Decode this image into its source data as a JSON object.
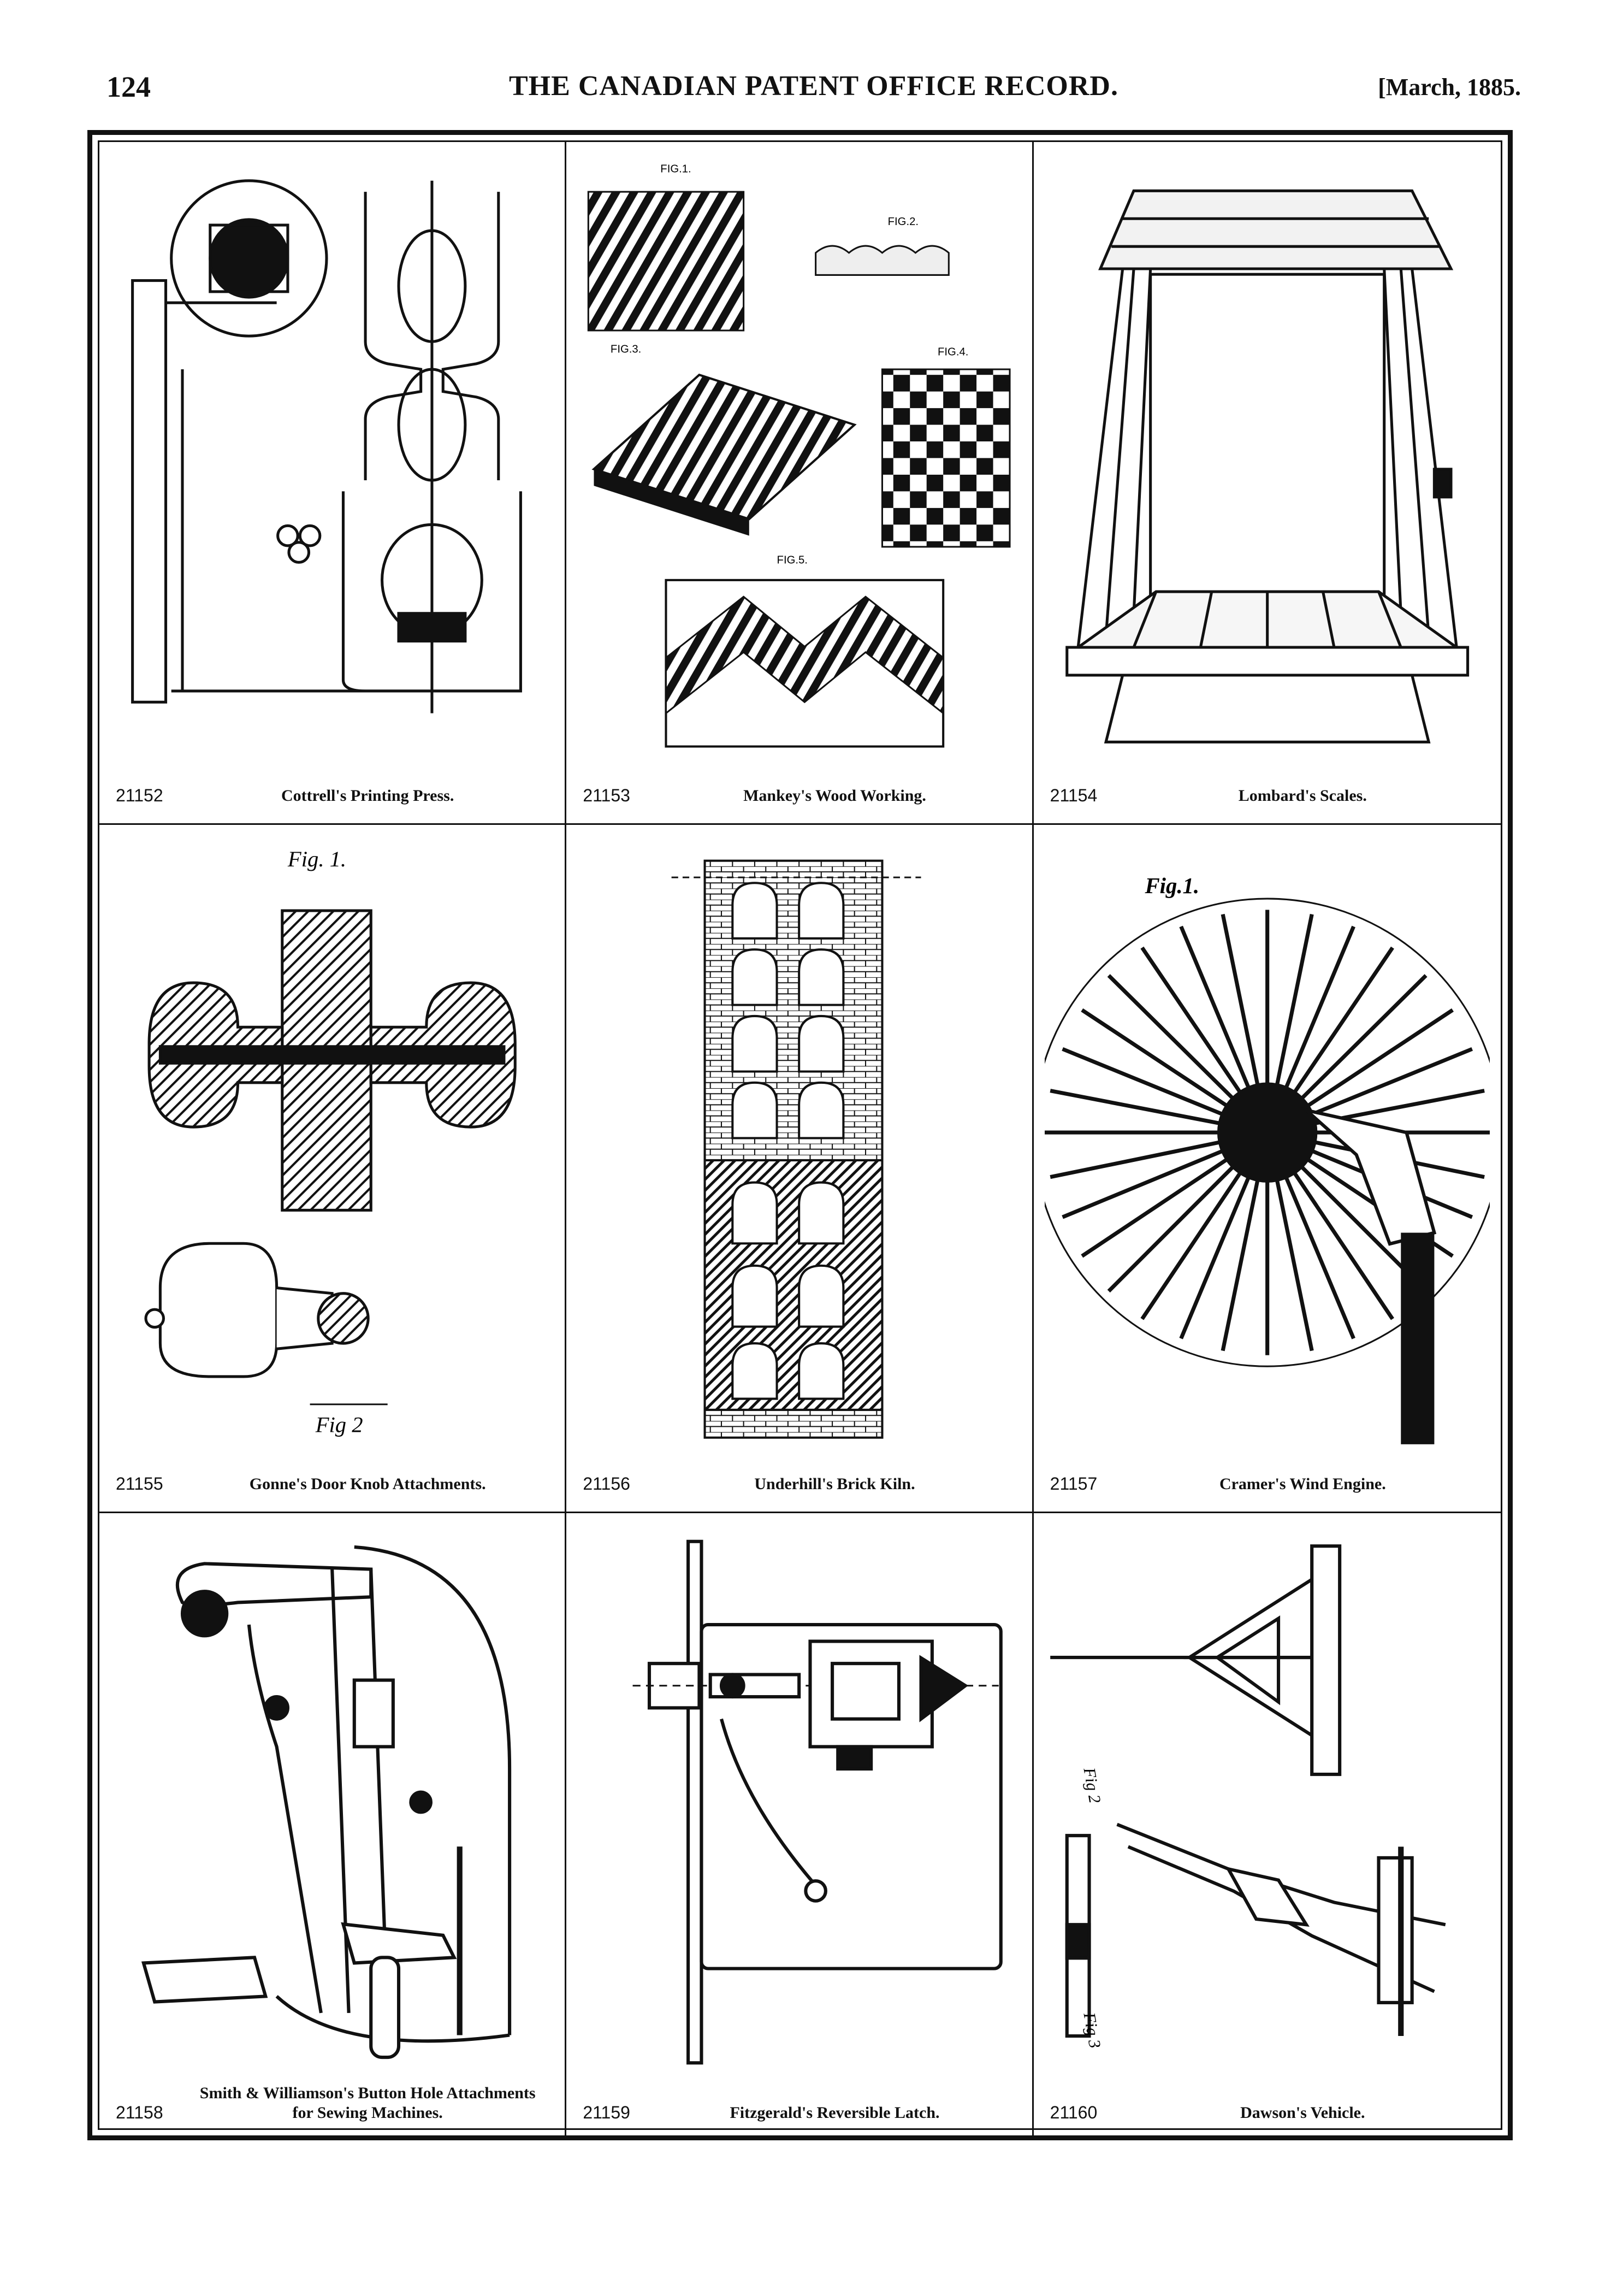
{
  "header": {
    "page_number": "124",
    "journal_title": "THE CANADIAN PATENT OFFICE RECORD.",
    "date": "[March, 1885."
  },
  "patents": [
    {
      "number": "21152",
      "title": "Cottrell's Printing Press.",
      "figure_labels": []
    },
    {
      "number": "21153",
      "title": "Mankey's Wood Working.",
      "figure_labels": [
        "FIG.1.",
        "FIG.2.",
        "FIG.3.",
        "FIG.4.",
        "FIG.5."
      ]
    },
    {
      "number": "21154",
      "title": "Lombard's Scales.",
      "figure_labels": []
    },
    {
      "number": "21155",
      "title": "Gonne's Door Knob Attachments.",
      "figure_labels": [
        "Fig. 1.",
        "Fig 2"
      ]
    },
    {
      "number": "21156",
      "title": "Underhill's Brick Kiln.",
      "figure_labels": []
    },
    {
      "number": "21157",
      "title": "Cramer's Wind Engine.",
      "figure_labels": [
        "Fig.1."
      ]
    },
    {
      "number": "21158",
      "title": "Smith & Williamson's Button Hole Attachments for Sewing Machines.",
      "figure_labels": []
    },
    {
      "number": "21159",
      "title": "Fitzgerald's Reversible Latch.",
      "figure_labels": []
    },
    {
      "number": "21160",
      "title": "Dawson's Vehicle.",
      "figure_labels": [
        "Fig 2",
        "Fig 3"
      ]
    }
  ]
}
